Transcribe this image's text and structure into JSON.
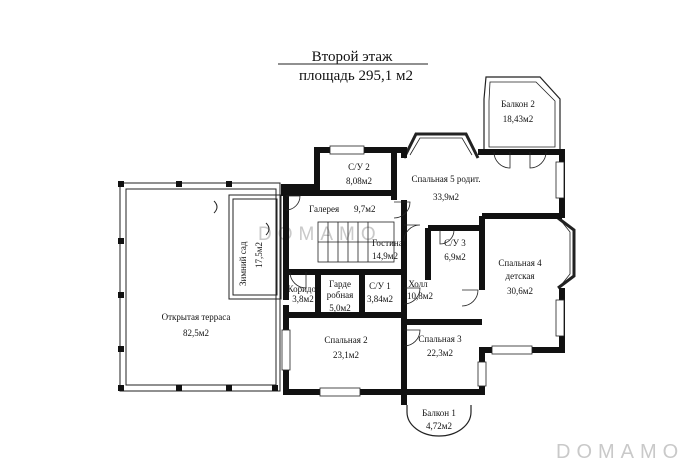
{
  "title": {
    "line1": "Второй этаж",
    "line2": "площадь 295,1 м2"
  },
  "rooms": {
    "balcony2": {
      "name": "Балкон 2",
      "area": "18,43м2"
    },
    "bath2": {
      "name": "С/У 2",
      "area": "8,08м2"
    },
    "bedroom5": {
      "name": "Спальная 5 родит.",
      "area": "33,9м2"
    },
    "gallery": {
      "name": "Галерея",
      "area": "9,7м2"
    },
    "hall_living": {
      "name": "Гостиная",
      "area": "14,9м2"
    },
    "bath3": {
      "name": "С/У 3",
      "area": "6,9м2"
    },
    "winter_garden": {
      "name": "Зимний сад",
      "area": "17,5м2"
    },
    "bedroom4": {
      "name": "Спальная 4",
      "name2": "детская",
      "area": "30,6м2"
    },
    "corridor": {
      "name": "Коридор",
      "area": "3,8м2"
    },
    "wardrobe": {
      "name": "Гарде",
      "name2": "робная",
      "area": "5,0м2"
    },
    "bath1": {
      "name": "С/У 1",
      "area": "3,84м2"
    },
    "hall": {
      "name": "Холл",
      "area": "10,8м2"
    },
    "terrace": {
      "name": "Открытая терраса",
      "area": "82,5м2"
    },
    "bedroom2": {
      "name": "Спальная 2",
      "area": "23,1м2"
    },
    "bedroom3": {
      "name": "Спальная 3",
      "area": "22,3м2"
    },
    "balcony1": {
      "name": "Балкон 1",
      "area": "4,72м2"
    }
  },
  "watermark": {
    "text": "DOMAMO"
  },
  "colors": {
    "wall": "#111111",
    "line": "#222222",
    "watermark": "#c9c9c9"
  }
}
